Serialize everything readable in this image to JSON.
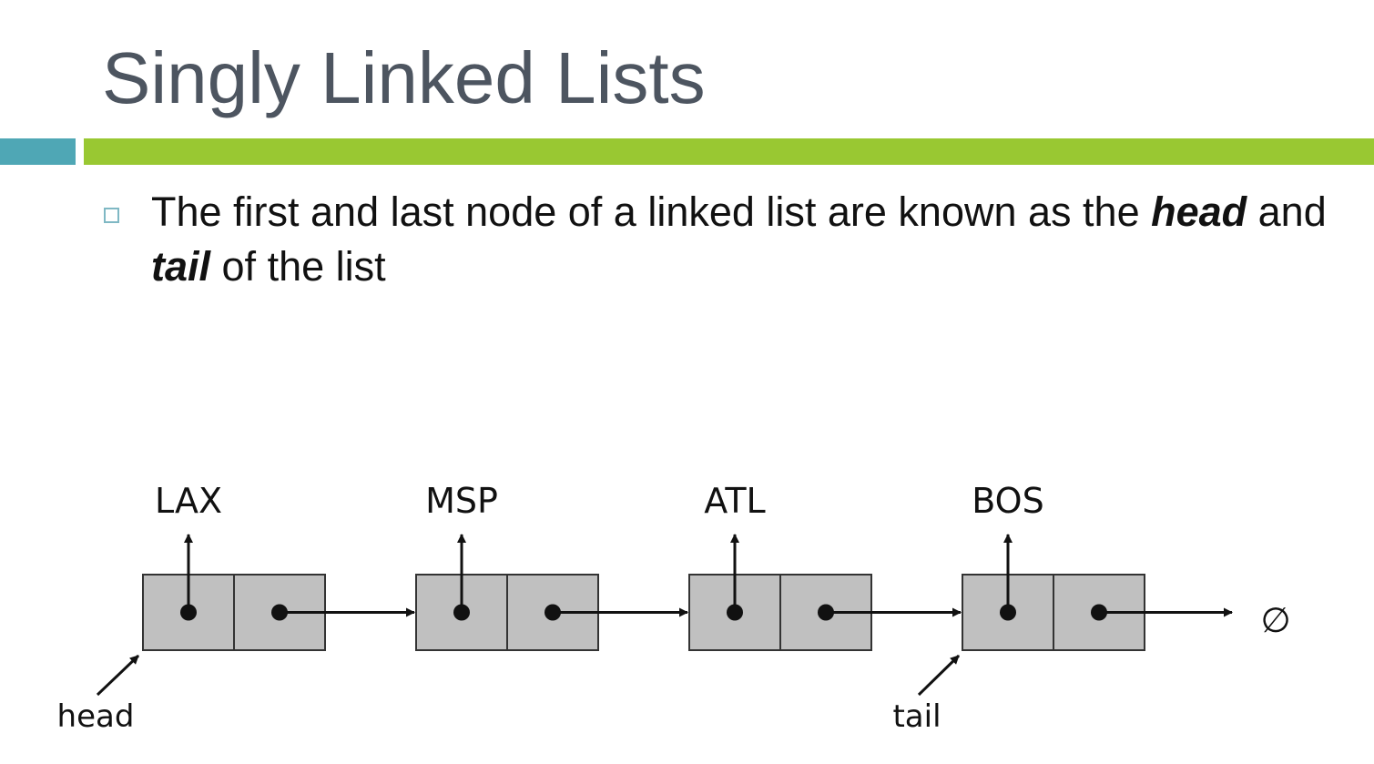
{
  "slide": {
    "title": "Singly Linked Lists",
    "bullets": [
      {
        "segments": [
          {
            "text": "The first and last node of a linked list are known as the ",
            "emphasis": false
          },
          {
            "text": "head",
            "emphasis": true
          },
          {
            "text": " and ",
            "emphasis": false
          },
          {
            "text": "tail",
            "emphasis": true
          },
          {
            "text": " of the list",
            "emphasis": false
          }
        ]
      }
    ]
  },
  "diagram": {
    "nodes": [
      {
        "label": "LAX"
      },
      {
        "label": "MSP"
      },
      {
        "label": "ATL"
      },
      {
        "label": "BOS"
      }
    ],
    "null_symbol": "∅",
    "head_label": "head",
    "tail_label": "tail",
    "colors": {
      "node_fill": "#c0c0c0",
      "node_stroke": "#333333",
      "arrow": "#111111"
    }
  }
}
